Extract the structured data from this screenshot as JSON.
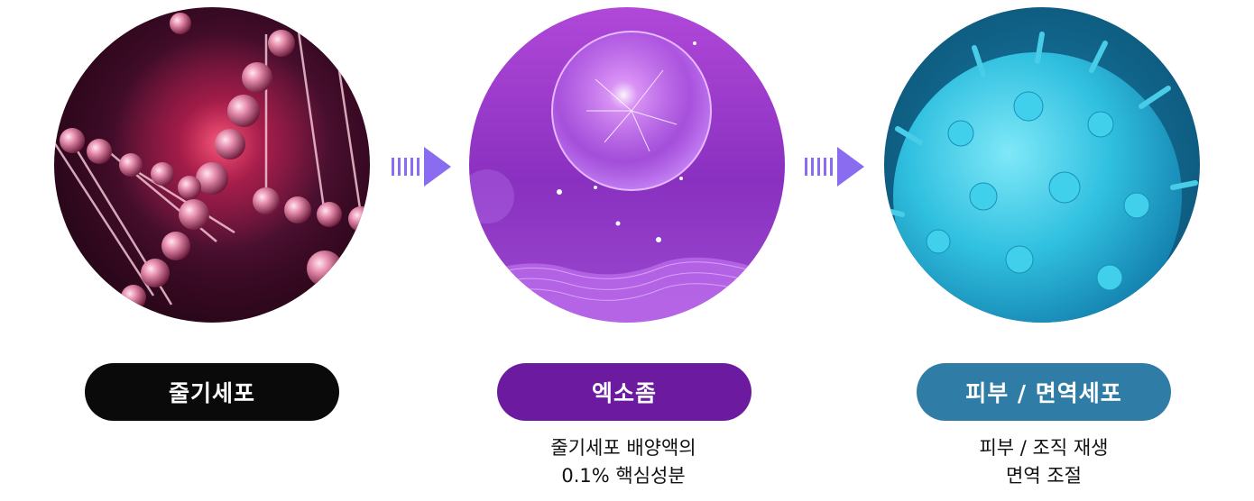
{
  "stages": [
    {
      "label": "줄기세포",
      "color": "#0a0a0a",
      "icon": "dna-helix-image",
      "description": []
    },
    {
      "label": "엑소좀",
      "color": "#6c1aa0",
      "icon": "exosome-sphere-image",
      "description": [
        "줄기세포 배양액의",
        "0.1% 핵심성분"
      ]
    },
    {
      "label": "피부 / 면역세포",
      "color": "#2f7da6",
      "icon": "cell-image",
      "description": [
        "피부 / 조직 재생",
        "면역 조절"
      ]
    }
  ],
  "arrow_color": "#8a6cf0"
}
